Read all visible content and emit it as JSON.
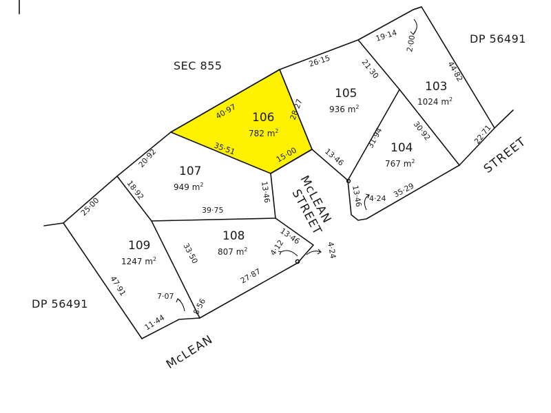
{
  "colors": {
    "highlight": "#fef200",
    "line": "#111111",
    "text": "#1a1a1a"
  },
  "labels": {
    "sec": "SEC 855",
    "dp_top": "DP 56491",
    "dp_left": "DP 56491",
    "street_right": "STREET",
    "street_middle_1": "McLEAN",
    "street_middle_2": "STREET",
    "street_bottom": "McLEAN"
  },
  "lots": [
    {
      "number": "103",
      "area": "1024 m",
      "highlighted": false
    },
    {
      "number": "104",
      "area": "767 m",
      "highlighted": false
    },
    {
      "number": "105",
      "area": "936 m",
      "highlighted": false
    },
    {
      "number": "106",
      "area": "782 m",
      "highlighted": true
    },
    {
      "number": "107",
      "area": "949 m",
      "highlighted": false
    },
    {
      "number": "108",
      "area": "807 m",
      "highlighted": false
    },
    {
      "number": "109",
      "area": "1247 m",
      "highlighted": false
    }
  ],
  "area_unit_sup": "2",
  "dimensions": {
    "d_19_14": "19·14",
    "d_2_00": "2·00",
    "d_44_82": "44·82",
    "d_26_15": "26·15",
    "d_21_30": "21·30",
    "d_28_27": "28·27",
    "d_40_97": "40·97",
    "d_35_51": "35·51",
    "d_15_00": "15·00",
    "d_13_46_a": "13·46",
    "d_31_94": "31·94",
    "d_30_92": "30·92",
    "d_22_71": "22·71",
    "d_13_46_b": "13·46",
    "d_4_24_a": "4·24",
    "d_35_29": "35·29",
    "d_20_92": "20·92",
    "d_18_92": "18·92",
    "d_13_46_c": "13·46",
    "d_39_75": "39·75",
    "d_25_00": "25·00",
    "d_13_46_d": "13·46",
    "d_4_12": "4·12",
    "d_4_24_b": "4·24",
    "d_33_50": "33·50",
    "d_27_87": "27·87",
    "d_47_91": "47·91",
    "d_7_07": "7·07",
    "d_8_56": "8·56",
    "d_11_44": "11·44"
  }
}
